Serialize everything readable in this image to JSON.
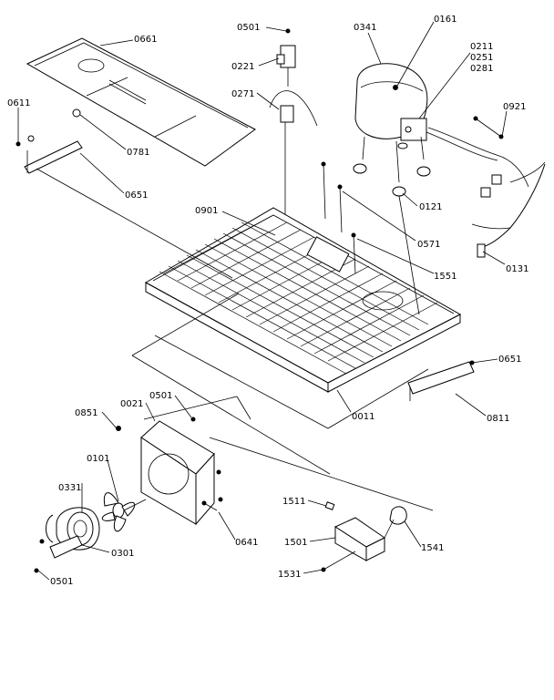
{
  "labels": {
    "l0661": "0661",
    "l0611": "0611",
    "l0781": "0781",
    "l0651a": "0651",
    "l0501a": "0501",
    "l0221": "0221",
    "l0271": "0271",
    "l0341": "0341",
    "l0161": "0161",
    "l0211": "0211",
    "l0251": "0251",
    "l0281": "0281",
    "l0921": "0921",
    "l0901": "0901",
    "l0571": "0571",
    "l0121": "0121",
    "l1551": "1551",
    "l0131": "0131",
    "l0651b": "0651",
    "l0011": "0011",
    "l0811": "0811",
    "l0851": "0851",
    "l0021": "0021",
    "l0501b": "0501",
    "l0101": "0101",
    "l0331": "0331",
    "l0301": "0301",
    "l0501c": "0501",
    "l0641": "0641",
    "l1511": "1511",
    "l1501": "1501",
    "l1531": "1531",
    "l1541": "1541"
  }
}
